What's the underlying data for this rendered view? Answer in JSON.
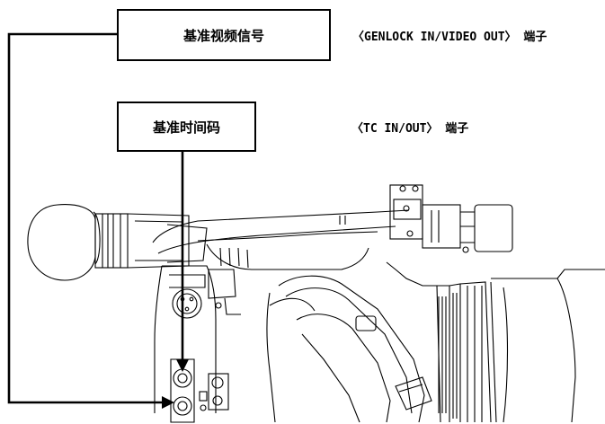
{
  "diagram": {
    "box_genlock": "基准视频信号",
    "box_tc": "基准时间码",
    "label_genlock": "〈GENLOCK IN/VIDEO OUT〉 端子",
    "label_tc": "〈TC IN/OUT〉 端子"
  },
  "colors": {
    "stroke": "#000000",
    "background": "#ffffff"
  }
}
